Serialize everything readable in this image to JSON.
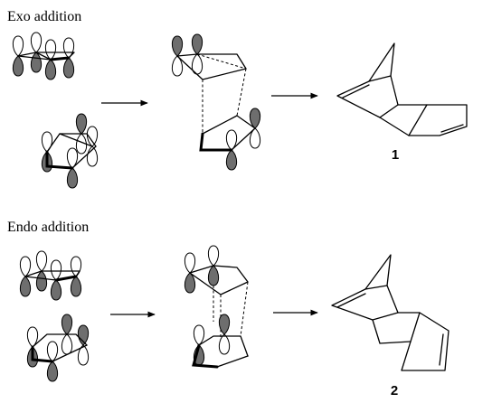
{
  "sections": [
    {
      "title": "Exo addition",
      "product_label": "1"
    },
    {
      "title": "Endo addition",
      "product_label": "2"
    }
  ],
  "colors": {
    "lobe_shaded": "#6e6e6e",
    "lobe_open": "#ffffff",
    "ink": "#000000"
  }
}
